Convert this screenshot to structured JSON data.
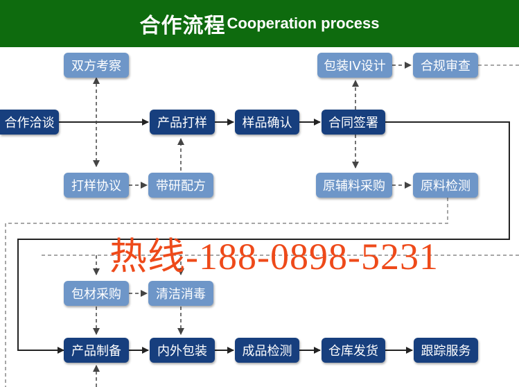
{
  "header": {
    "title_cn": "合作流程",
    "title_en": "Cooperation process"
  },
  "colors": {
    "header_bg": "#0e6b0e",
    "node_dark": "#173f7e",
    "node_light": "#6e96c8",
    "hotline": "#ee4a1a",
    "arrow": "#222222",
    "dashed": "#888888"
  },
  "nodes": {
    "shuangfang_kaocha": "双方考察",
    "hezuo_qiatan": "合作洽谈",
    "chanpin_dayang": "产品打样",
    "yangpin_queren": "样品确认",
    "hetong_qianshu": "合同签署",
    "baozhuang_sheji": "包装IV设计",
    "hegui_shencha": "合规审查",
    "dayang_xieyi": "打样协议",
    "daiyan_peifang": "带研配方",
    "yuanfuliao_caigou": "原辅料采购",
    "yuanliao_jiance": "原料检测",
    "baocai_caigou": "包材采购",
    "qingjie_xiaodu": "清洁消毒",
    "chanpin_zhibei": "产品制备",
    "neiwai_baozhuang": "内外包装",
    "chengpin_jiance": "成品检测",
    "cangku_fahuo": "仓库发货",
    "genzong_fuwu": "跟踪服务"
  },
  "hotline": "热线-188-0898-5231"
}
